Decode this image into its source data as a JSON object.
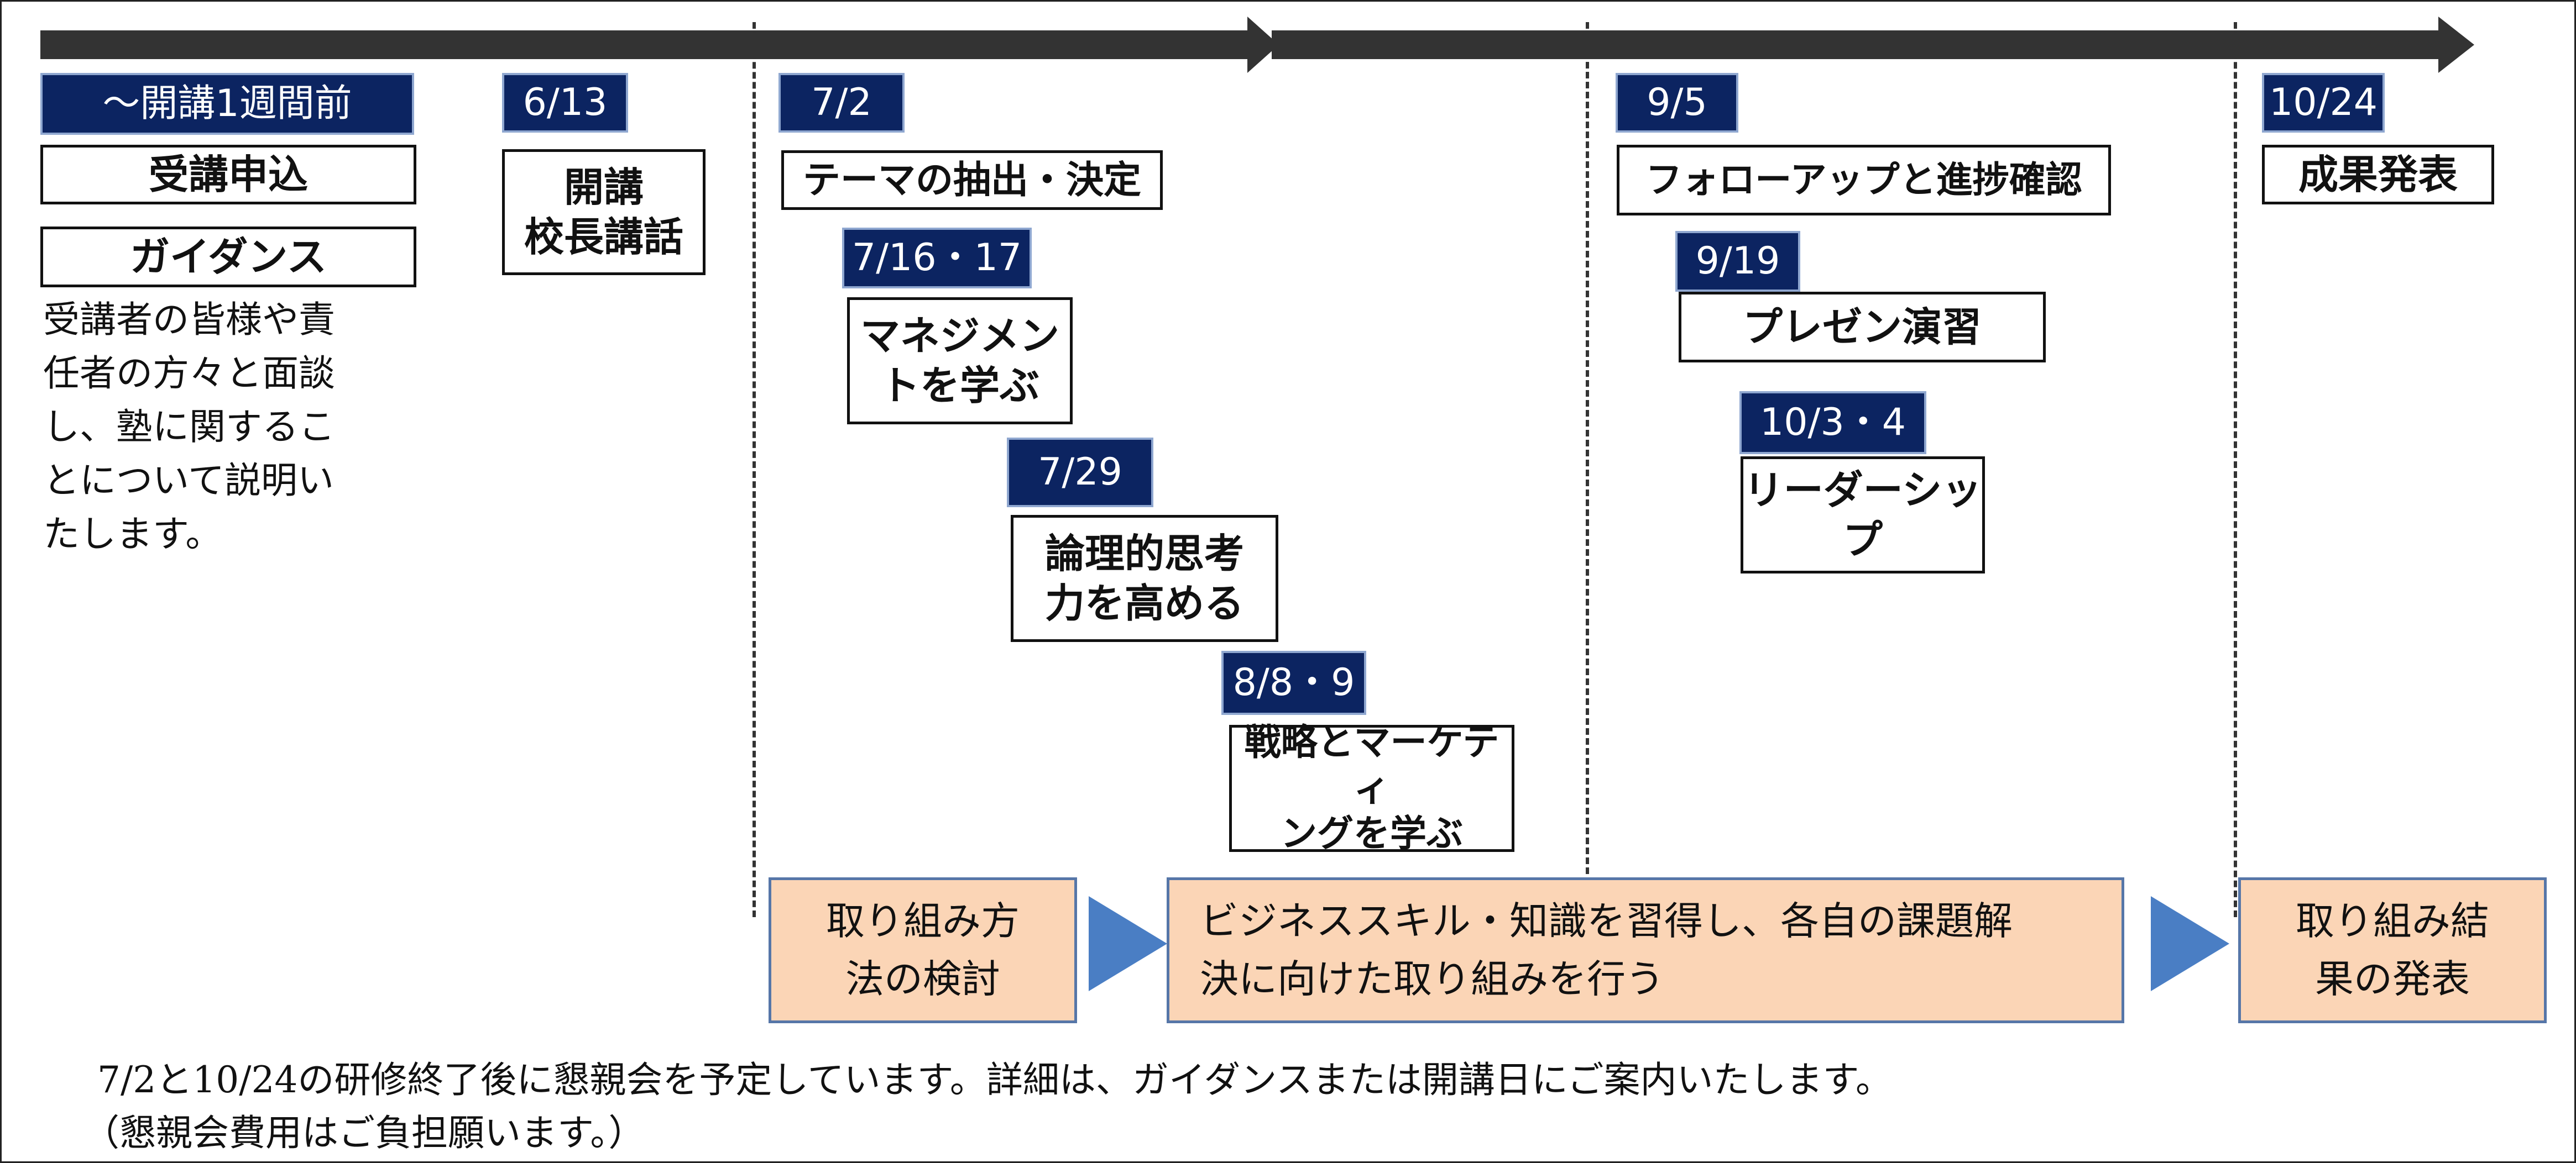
{
  "timeline": {
    "start_date": "～開講1週間前",
    "start_items": [
      "受講申込",
      "ガイダンス"
    ],
    "start_note": [
      "受講者の皆様や責",
      "任者の方々と面談",
      "し、塾に関するこ",
      "とについて説明い",
      "たします。"
    ],
    "opening": {
      "date": "6/13",
      "lines": [
        "開講",
        "校長講話"
      ]
    },
    "phase1_events": [
      {
        "date": "7/2",
        "lines": [
          "テーマの抽出・決定"
        ]
      },
      {
        "date": "7/16・17",
        "lines": [
          "マネジメン",
          "トを学ぶ"
        ]
      },
      {
        "date": "7/29",
        "lines": [
          "論理的思考",
          "力を高める"
        ]
      },
      {
        "date": "8/8・9",
        "lines": [
          "戦略とマーケティ",
          "ングを学ぶ"
        ]
      }
    ],
    "phase2_events": [
      {
        "date": "9/5",
        "lines": [
          "フォローアップと進捗確認"
        ]
      },
      {
        "date": "9/19",
        "lines": [
          "プレゼン演習"
        ]
      },
      {
        "date": "10/3・4",
        "lines": [
          "リーダーシップ"
        ]
      }
    ],
    "final_event": {
      "date": "10/24",
      "lines": [
        "成果発表"
      ]
    }
  },
  "phases": {
    "examine": [
      "取り組み方",
      "法の検討"
    ],
    "acquire": [
      "ビジネススキル・知識を習得し、各自の課題解",
      "決に向けた取り組みを行う"
    ],
    "present": [
      "取り組み結",
      "果の発表"
    ]
  },
  "footer": {
    "line1": "7/2と10/24の研修終了後に懇親会を予定しています。詳細は、ガイダンスまたは開講日にご案内いたします。",
    "line2": "（懇親会費用はご負担願います。）"
  },
  "colors": {
    "date_bg": "#0c2461",
    "phase_bg": "#fbd5b6",
    "phase_border": "#5676a8",
    "arrow_blue": "#4a7ec4",
    "timeline_bar": "#333333"
  }
}
